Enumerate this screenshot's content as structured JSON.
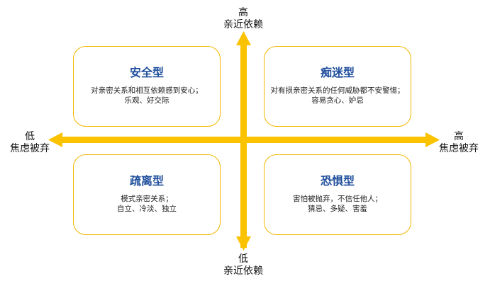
{
  "colors": {
    "axis": "#fbc200",
    "border": "#f2b600",
    "title": "#1f4e9c",
    "text": "#222222"
  },
  "axes": {
    "top": {
      "line1": "高",
      "line2": "亲近依赖"
    },
    "bottom": {
      "line1": "低",
      "line2": "亲近依赖"
    },
    "left": {
      "line1": "低",
      "line2": "焦虑被弃"
    },
    "right": {
      "line1": "高",
      "line2": "焦虑被弃"
    }
  },
  "quadrants": {
    "secure": {
      "title": "安全型",
      "line1": "对亲密关系和相互依赖感到安心；",
      "line2": "乐观、好交际"
    },
    "preoccupied": {
      "title": "痴迷型",
      "line1": "对有损亲密关系的任何威胁都不安警惕；",
      "line2": "容易贪心、妒忌"
    },
    "dismissive": {
      "title": "疏离型",
      "line1": "模式亲密关系；",
      "line2": "自立、冷淡、独立"
    },
    "fearful": {
      "title": "恐惧型",
      "line1": "害怕被抛弃，不信任他人；",
      "line2": "猜忌、多疑、害羞"
    }
  }
}
